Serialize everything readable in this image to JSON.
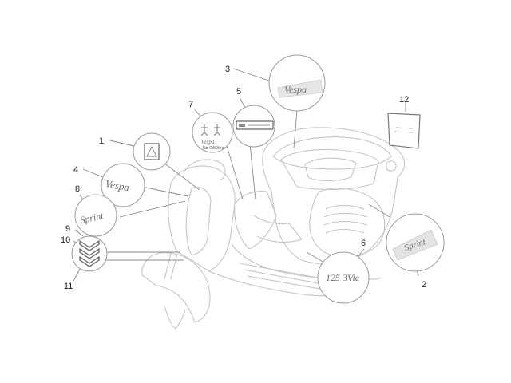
{
  "callouts": [
    {
      "id": "1",
      "label": "1"
    },
    {
      "id": "2",
      "label": "2"
    },
    {
      "id": "3",
      "label": "3"
    },
    {
      "id": "4",
      "label": "4"
    },
    {
      "id": "5",
      "label": "5"
    },
    {
      "id": "6",
      "label": "6"
    },
    {
      "id": "7",
      "label": "7"
    },
    {
      "id": "8",
      "label": "8"
    },
    {
      "id": "9",
      "label": "9"
    },
    {
      "id": "10",
      "label": "10"
    },
    {
      "id": "11",
      "label": "11"
    },
    {
      "id": "12",
      "label": "12"
    }
  ],
  "decals": {
    "vespa_script": "Vespa",
    "sprint_script": "Sprint",
    "badge_125": "125 3Vie",
    "no_oil_label": "No Oil/Other",
    "warning_card": "..."
  },
  "colors": {
    "line": "#8a8a8a",
    "outline": "#bdbdbd",
    "bubble": "#9a9a9a",
    "text": "#222222"
  }
}
